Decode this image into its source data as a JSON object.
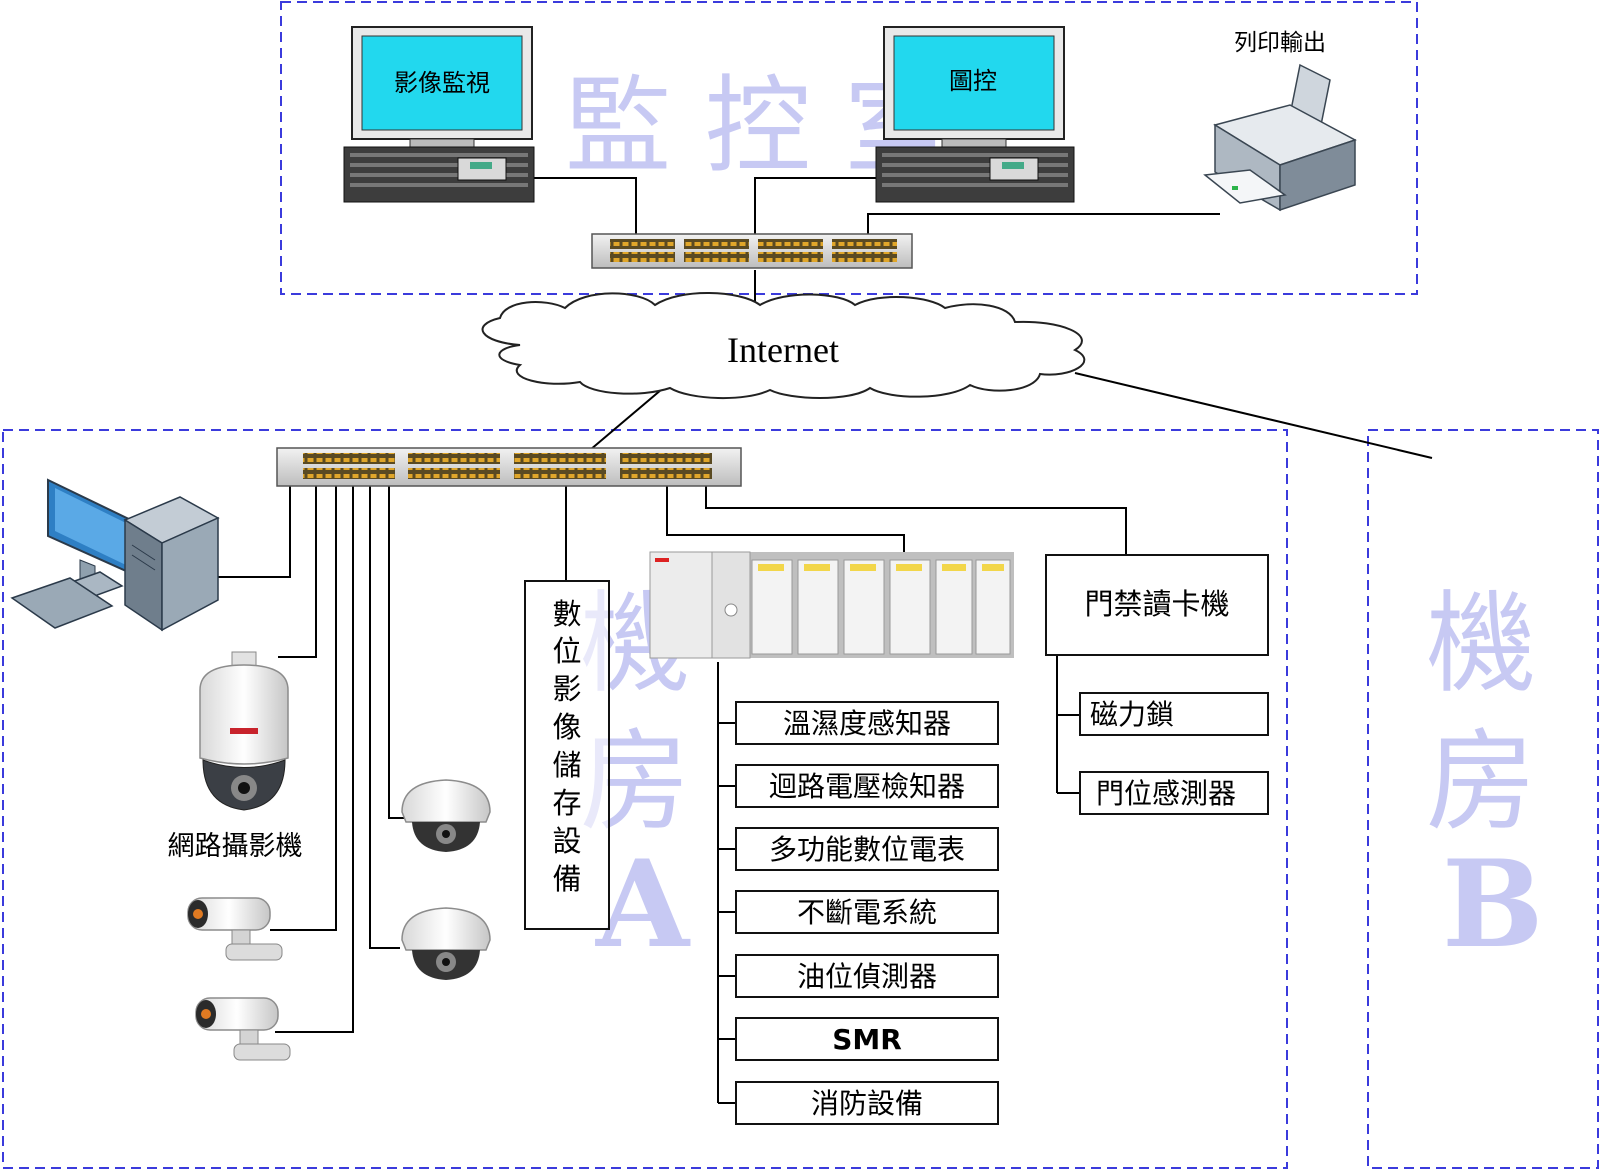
{
  "monitor_room": {
    "watermark": "監 控 室",
    "monitor_left_label": "影像監視",
    "monitor_right_label": "圖控",
    "printer_label": "列印輸出"
  },
  "network": {
    "cloud_label": "Internet"
  },
  "machine_room_a": {
    "watermark_top": "機",
    "watermark_mid": "房",
    "watermark_letter": "A",
    "camera_label": "網路攝影機",
    "storage_label": [
      "數",
      "位",
      "影",
      "像",
      "儲",
      "存",
      "設",
      "備"
    ],
    "sensors": [
      "溫濕度感知器",
      "迴路電壓檢知器",
      "多功能數位電表",
      "不斷電系統",
      "油位偵測器",
      "SMR",
      "消防設備"
    ],
    "access_control": {
      "label": "門禁讀卡機",
      "items": [
        "磁力鎖",
        "門位感測器"
      ]
    }
  },
  "machine_room_b": {
    "watermark_top": "機",
    "watermark_mid": "房",
    "watermark_letter": "B"
  },
  "colors": {
    "dashed_border": "#3b3bdc",
    "watermark": "#c7c9f3",
    "screen": "#22d8ee"
  }
}
